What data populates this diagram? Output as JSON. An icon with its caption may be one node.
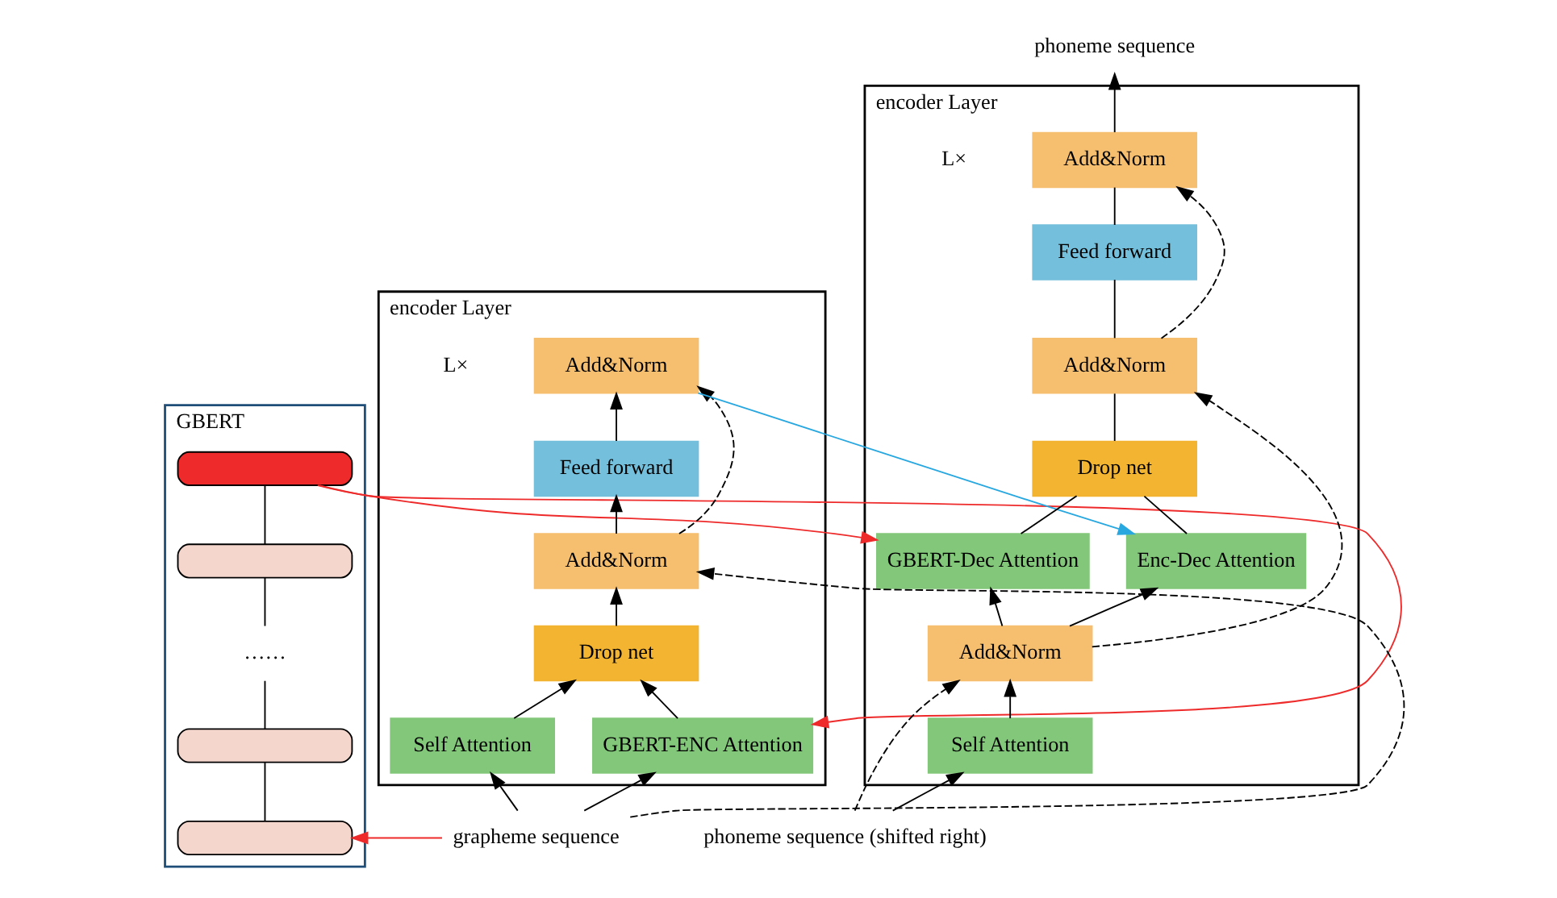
{
  "diagram": {
    "nodes": [
      {
        "text": [
          "GBERT"
        ]
      },
      {
        "text": [],
        "shape": "pill",
        "in": 0
      },
      {
        "text": [],
        "shape": "pill",
        "in": 0
      },
      {
        "text": [
          "……"
        ],
        "in": 0
      },
      {
        "text": [],
        "shape": "pill",
        "in": 0
      },
      {
        "text": [],
        "shape": "pill",
        "in": 0
      },
      {
        "text": [
          "encoder Layer"
        ],
        "beside": [
          "L×"
        ]
      },
      {
        "text": [
          "GBERT-ENC Attention"
        ],
        "in": 6
      },
      {
        "text": [
          "Self Attention"
        ],
        "in": 6
      },
      {
        "text": [
          "Drop net"
        ],
        "in": 6
      },
      {
        "text": [
          "Add&Norm"
        ],
        "in": 6
      },
      {
        "text": [
          "Feed forward"
        ],
        "in": 6
      },
      {
        "text": [
          "Add&Norm"
        ],
        "in": 6
      },
      {
        "text": [
          "grapheme sequence"
        ]
      },
      {
        "text": [
          "encoder Layer"
        ],
        "beside": [
          "L×"
        ]
      },
      {
        "text": [
          "Self Attention"
        ],
        "in": 14
      },
      {
        "text": [
          "Add&Norm"
        ],
        "in": 14
      },
      {
        "text": [
          "GBERT-Dec Attention"
        ],
        "in": 14
      },
      {
        "text": [
          "Enc-Dec Attention"
        ],
        "in": 14
      },
      {
        "text": [
          "Drop net"
        ],
        "in": 14
      },
      {
        "text": [
          "Add&Norm"
        ],
        "in": 14
      },
      {
        "text": [
          "Feed forward"
        ],
        "in": 14
      },
      {
        "text": [
          "Add&Norm"
        ],
        "in": 14
      },
      {
        "text": [
          "phoneme sequence (shifted right)"
        ]
      },
      {
        "text": [
          "phoneme sequence"
        ]
      }
    ],
    "edges": [
      {
        "from": 5,
        "to": 4,
        "arrow": "none"
      },
      {
        "from": 4,
        "to": 3,
        "arrow": "none"
      },
      {
        "from": 3,
        "to": 2,
        "arrow": "none"
      },
      {
        "from": 2,
        "to": 1,
        "arrow": "none"
      },
      {
        "from": 13,
        "to": 5,
        "arrow": "to",
        "color": "#ee2a2a"
      },
      {
        "from": 1,
        "to": 7,
        "arrow": "to",
        "color": "#ee2a2a"
      },
      {
        "from": 1,
        "to": 17,
        "arrow": "to",
        "color": "#ee2a2a"
      },
      {
        "from": 13,
        "to": 7,
        "arrow": "to"
      },
      {
        "from": 13,
        "to": 8,
        "arrow": "to"
      },
      {
        "from": 13,
        "to": 10,
        "arrow": "to",
        "style": "dashed"
      },
      {
        "from": 7,
        "to": 9,
        "arrow": "to"
      },
      {
        "from": 8,
        "to": 9,
        "arrow": "to"
      },
      {
        "from": 9,
        "to": 10,
        "arrow": "to"
      },
      {
        "from": 10,
        "to": 11,
        "arrow": "to"
      },
      {
        "from": 10,
        "to": 12,
        "arrow": "to",
        "style": "dashed"
      },
      {
        "from": 11,
        "to": 12,
        "arrow": "to"
      },
      {
        "from": 12,
        "to": 18,
        "arrow": "to",
        "color": "#29a8e0"
      },
      {
        "from": 23,
        "to": 15,
        "arrow": "to"
      },
      {
        "from": 23,
        "to": 16,
        "arrow": "to",
        "style": "dashed"
      },
      {
        "from": 15,
        "to": 16,
        "arrow": "to"
      },
      {
        "from": 16,
        "to": 17,
        "arrow": "to"
      },
      {
        "from": 16,
        "to": 18,
        "arrow": "to"
      },
      {
        "from": 16,
        "to": 20,
        "arrow": "to",
        "style": "dashed"
      },
      {
        "from": 17,
        "to": 19,
        "arrow": "none"
      },
      {
        "from": 18,
        "to": 19,
        "arrow": "none"
      },
      {
        "from": 19,
        "to": 20,
        "arrow": "none"
      },
      {
        "from": 20,
        "to": 21,
        "arrow": "none"
      },
      {
        "from": 20,
        "to": 22,
        "arrow": "to",
        "style": "dashed"
      },
      {
        "from": 21,
        "to": 22,
        "arrow": "none"
      },
      {
        "from": 22,
        "to": 24,
        "arrow": "to"
      }
    ]
  }
}
